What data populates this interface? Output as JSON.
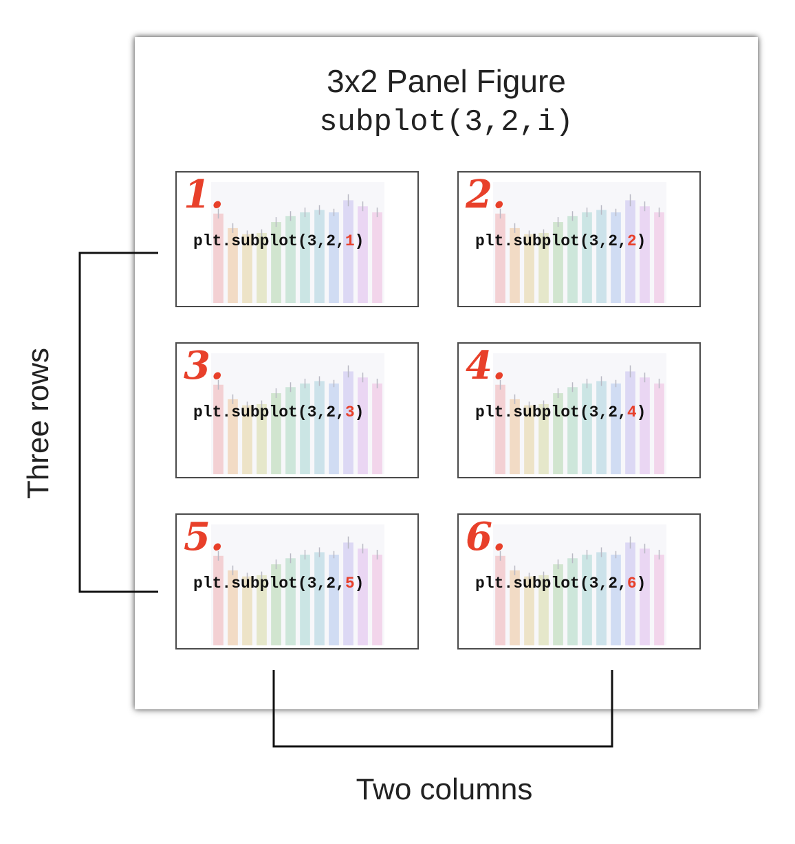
{
  "figure": {
    "title": "3x2 Panel Figure",
    "call": "subplot(3,2,i)"
  },
  "panels": [
    {
      "number": "1.",
      "code_prefix": "plt.subplot(3,2,",
      "index": "1",
      "code_suffix": ")"
    },
    {
      "number": "2.",
      "code_prefix": "plt.subplot(3,2,",
      "index": "2",
      "code_suffix": ")"
    },
    {
      "number": "3.",
      "code_prefix": "plt.subplot(3,2,",
      "index": "3",
      "code_suffix": ")"
    },
    {
      "number": "4.",
      "code_prefix": "plt.subplot(3,2,",
      "index": "4",
      "code_suffix": ")"
    },
    {
      "number": "5.",
      "code_prefix": "plt.subplot(3,2,",
      "index": "5",
      "code_suffix": ")"
    },
    {
      "number": "6.",
      "code_prefix": "plt.subplot(3,2,",
      "index": "6",
      "code_suffix": ")"
    }
  ],
  "labels": {
    "rows": "Three rows",
    "columns": "Two columns"
  },
  "colors": {
    "index_accent": "#e8402a",
    "panel_border": "#4a4a4a"
  },
  "chart_data": {
    "type": "bar",
    "values": [
      0.74,
      0.62,
      0.57,
      0.58,
      0.67,
      0.72,
      0.75,
      0.77,
      0.75,
      0.85,
      0.8,
      0.75
    ],
    "errors": [
      0.04,
      0.04,
      0.03,
      0.03,
      0.04,
      0.04,
      0.04,
      0.04,
      0.03,
      0.05,
      0.04,
      0.04
    ],
    "colors": [
      "#f2c3c6",
      "#f0d2b3",
      "#e9dcb6",
      "#dfe2b9",
      "#c4dfc0",
      "#bfe0cf",
      "#bcdfdc",
      "#bddbe4",
      "#c3d3f0",
      "#d3cdf2",
      "#e5cbf0",
      "#f0c9e6"
    ],
    "ylim": [
      0,
      1
    ]
  }
}
